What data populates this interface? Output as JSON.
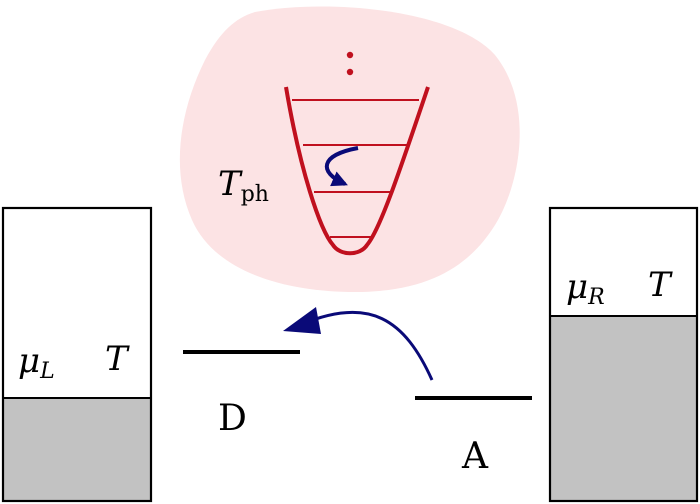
{
  "bath": {
    "temperature_symbol": "T",
    "temperature_subscript": "ph",
    "dots": ":"
  },
  "left_lead": {
    "mu_symbol": "μ",
    "mu_subscript": "L",
    "temperature": "T"
  },
  "right_lead": {
    "mu_symbol": "μ",
    "mu_subscript": "R",
    "temperature": "T"
  },
  "donor_label": "D",
  "acceptor_label": "A",
  "colors": {
    "bath_fill": "#fce3e4",
    "oscillator": "#c0101e",
    "arrow": "#0a0a78",
    "lead_fill": "#c2c2c2",
    "line": "#000000"
  }
}
